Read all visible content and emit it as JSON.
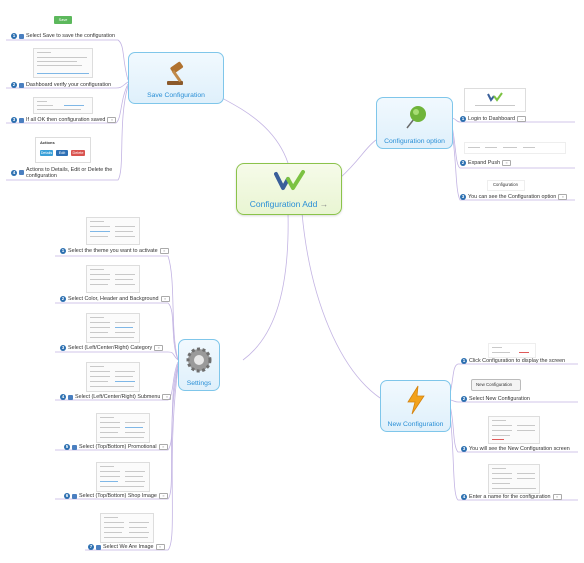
{
  "colors": {
    "link": "#c3b4e3",
    "central_border": "#8bc34a",
    "topic_border": "#7fc6ea",
    "label": "#2a8fd6",
    "number_badge": "#2b6fb0"
  },
  "central": {
    "title": "Configuration Add",
    "arrow": "→"
  },
  "topics": {
    "save": {
      "label": "Save Configuration",
      "icon": "gavel-icon"
    },
    "config_option": {
      "label": "Configuration option",
      "icon": "pushpin-icon"
    },
    "settings": {
      "label": "Settings",
      "icon": "gear-icon"
    },
    "new_config": {
      "label": "New Configuration",
      "icon": "lightning-icon"
    }
  },
  "save_items": {
    "save_button": "Save",
    "item1": "Select Save to save the configuration",
    "item2": "Dashboard verify your configuration",
    "item3": "If all OK then configuration saved",
    "actions_title": "Actions",
    "actions_buttons": [
      "Details",
      "Edit",
      "Delete"
    ],
    "item4_line1": "Actions to Details, Edit or Delete the",
    "item4_line2": "configuration"
  },
  "config_items": {
    "item1": "Login to Dashboard",
    "item1_arrow": "→",
    "item2": "Expand Push",
    "configuration_label": "Configuration",
    "item3": "You can see the Configuration option"
  },
  "settings_items": [
    "Select the theme you want to activate",
    "Select Color, Header and Background",
    "Select (Left/Center/Right) Category",
    "Select (Left/Center/Right) Submenu",
    "Select (Top/Bottom) Promotional",
    "Select (Top/Bottom) Shop Image",
    "Select We Are Image"
  ],
  "new_items": {
    "item1": "Click Configuration to display the screen",
    "new_button": "New Configuration",
    "item2": "Select New Configuration",
    "item3": "You will see the New Configuration screen",
    "item4": "Enter a name for the configuration"
  },
  "step_numbers": [
    "1",
    "2",
    "3",
    "4",
    "5",
    "6",
    "7"
  ]
}
